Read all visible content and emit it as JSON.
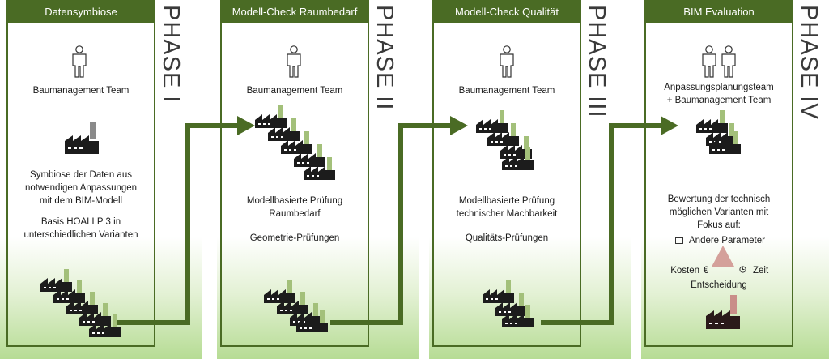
{
  "colors": {
    "frame": "#4a6b24",
    "arrow": "#4a6b24",
    "factory_dark": "#1c1c1c",
    "chimney_green": "#a3c07a",
    "chimney_gray": "#8a8a8a",
    "triangle": "#d4a09a",
    "chimney_red": "#c98e89",
    "bottom_gradient": "#b6dc94"
  },
  "phases": [
    {
      "title": "Datensymbiose",
      "phase_label": "PHASE I",
      "team": "Baumanagement Team",
      "text1": "Symbiose der Daten aus\nnotwendigen Anpassungen\nmit dem BIM-Modell",
      "text2": "Basis HOAI LP 3 in\nunterschiedlichen Varianten"
    },
    {
      "title": "Modell-Check Raumbedarf",
      "phase_label": "PHASE II",
      "team": "Baumanagement Team",
      "text1": "Modellbasierte Prüfung\nRaumbedarf",
      "text2": "Geometrie-Prüfungen"
    },
    {
      "title": "Modell-Check Qualität",
      "phase_label": "PHASE III",
      "team": "Baumanagement Team",
      "text1": "Modellbasierte Prüfung\ntechnischer Machbarkeit",
      "text2": "Qualitäts-Prüfungen"
    },
    {
      "title": "BIM Evaluation",
      "phase_label": "PHASE IV",
      "team": "Anpassungsplanungsteam\n+ Baumanagement Team",
      "text1": "Bewertung der technisch\nmöglichen Varianten mit\nFokus auf:",
      "params": "Andere Parameter",
      "cost": "Kosten",
      "euro": "€",
      "time": "Zeit",
      "decision": "Entscheidung"
    }
  ]
}
